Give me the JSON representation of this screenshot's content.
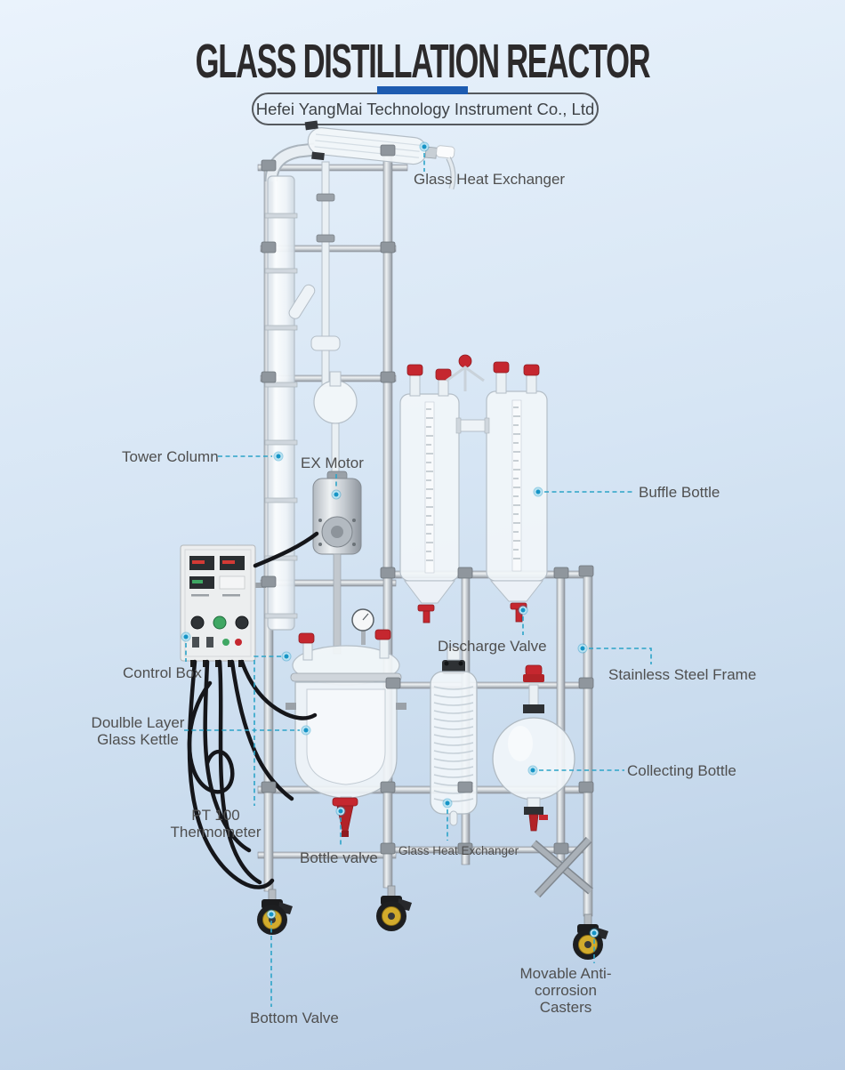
{
  "header": {
    "title": "GLASS DISTILLATION REACTOR",
    "company": "Hefei YangMai Technology Instrument Co., Ltd"
  },
  "colors": {
    "accent_blue": "#1d5bb0",
    "callout_teal": "#2da4c8",
    "dot_teal": "#1594c6",
    "label_gray": "#4f4f4f",
    "title_dark": "#2c2a2b",
    "valve_red": "#c5272f",
    "caster_yellow": "#d2ab2c"
  },
  "callouts": {
    "glass_heat_exchanger_top": {
      "label": "Glass Heat Exchanger"
    },
    "tower_column": {
      "label": "Tower Column"
    },
    "ex_motor": {
      "label": "EX Motor"
    },
    "buffle_bottle": {
      "label": "Buffle Bottle"
    },
    "control_box": {
      "label": "Control Box"
    },
    "discharge_valve": {
      "label": "Discharge Valve"
    },
    "stainless_steel_frame": {
      "label": "Stainless Steel Frame"
    },
    "double_layer_glass_kettle": {
      "line1": "Doulble Layer",
      "line2": "Glass Kettle"
    },
    "pt100_thermometer": {
      "line1": "PT 100",
      "line2": "Thermometer"
    },
    "collecting_bottle": {
      "label": "Collecting Bottle"
    },
    "bottle_valve": {
      "label": "Bottle valve"
    },
    "glass_heat_exchanger_bottom": {
      "label": "Glass Heat Exchanger"
    },
    "movable_casters": {
      "line1": "Movable Anti-corrosion",
      "line2": "Casters"
    },
    "bottom_valve": {
      "label": "Bottom Valve"
    }
  }
}
